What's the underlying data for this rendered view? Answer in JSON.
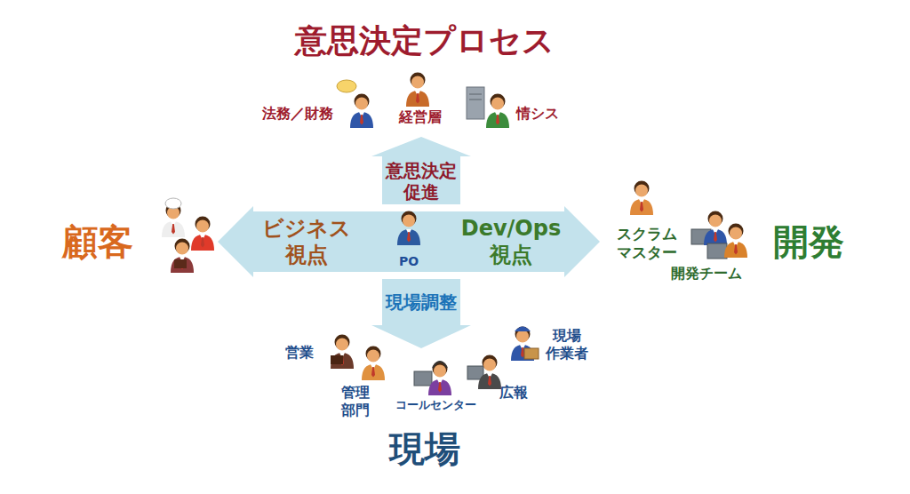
{
  "diagram": {
    "title": "意思決定プロセス",
    "nodes": [
      {
        "text": [
          "意思決定 促進"
        ]
      },
      {
        "text": [
          "ビジネス 視点",
          "PO",
          "Dev/Ops 視点"
        ]
      },
      {
        "text": [
          "現場調整"
        ]
      }
    ],
    "labels": [
      "法務／財務",
      "経営層",
      "情シス",
      "顧客",
      "スクラム マスター",
      "開発チーム",
      "開発",
      "営業",
      "管理 部門",
      "コールセンター",
      "広報",
      "現場 作業者",
      "現場"
    ]
  }
}
